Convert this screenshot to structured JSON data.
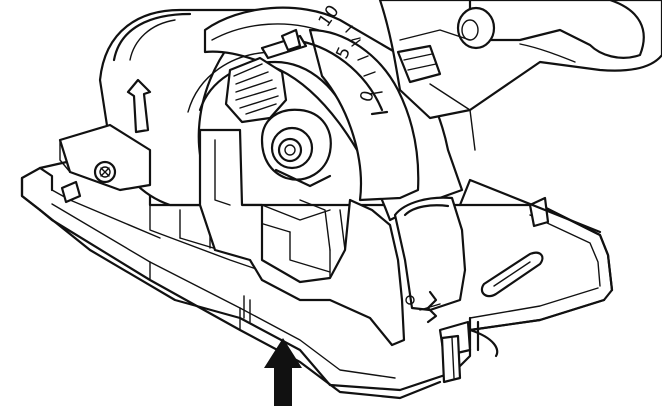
{
  "diagram": {
    "bevel_scale": {
      "labels": [
        "0",
        "5",
        "10"
      ]
    },
    "arrow": {
      "direction": "up"
    }
  }
}
